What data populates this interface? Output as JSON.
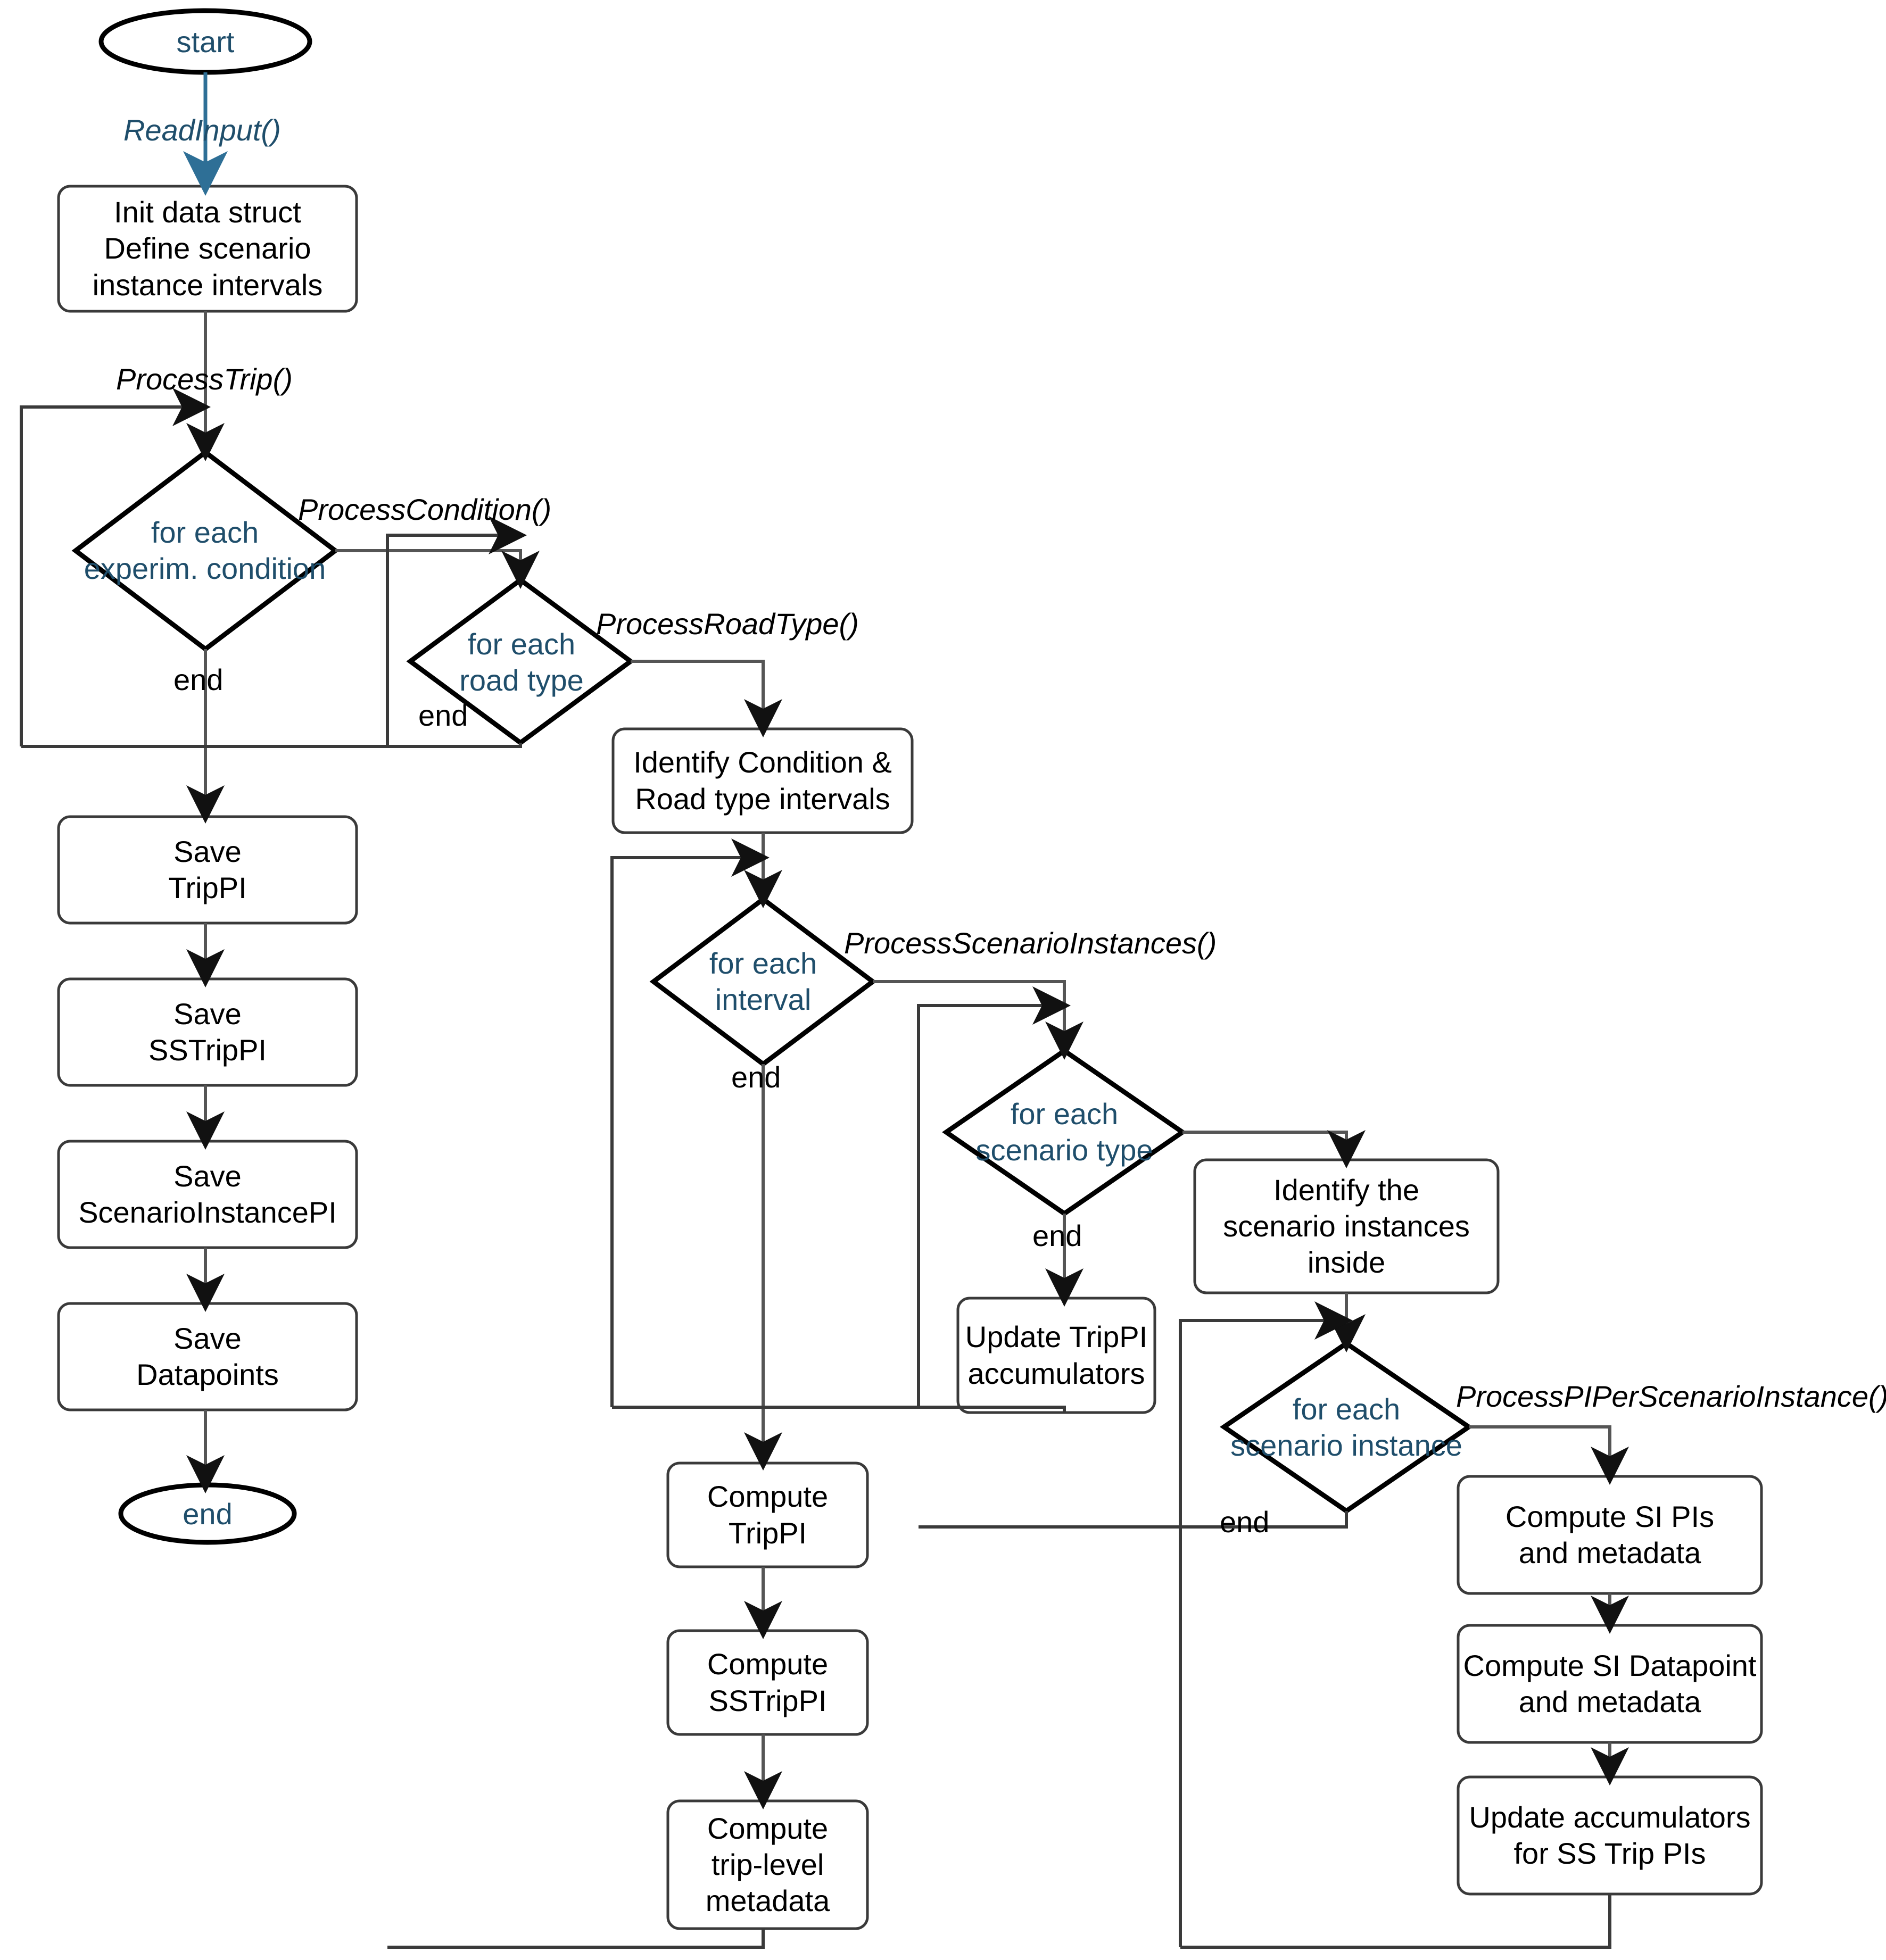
{
  "diagram": {
    "title": "Trip performance-indicator processing flowchart",
    "colors": {
      "text_blue": "#1f4e6b",
      "text_black": "#000000",
      "stroke_black": "#000000",
      "stroke_gray": "#4d4d4d",
      "arrow_blue": "#2e6f96",
      "background": "#ffffff"
    },
    "terminators": [
      {
        "id": "start",
        "label": "start"
      },
      {
        "id": "end",
        "label": "end"
      }
    ],
    "processes": [
      {
        "id": "init",
        "label": "Init data struct\nDefine scenario\ninstance intervals"
      },
      {
        "id": "save-trippi",
        "label": "Save\nTripPI"
      },
      {
        "id": "save-sstrippi",
        "label": "Save\nSSTripPI"
      },
      {
        "id": "save-sipi",
        "label": "Save\nScenarioInstancePI"
      },
      {
        "id": "save-datapoints",
        "label": "Save\nDatapoints"
      },
      {
        "id": "identify-intervals",
        "label": "Identify Condition &\nRoad type intervals"
      },
      {
        "id": "compute-trippi",
        "label": "Compute\nTripPI"
      },
      {
        "id": "compute-sstrippi",
        "label": "Compute\nSSTripPI"
      },
      {
        "id": "compute-tripmeta",
        "label": "Compute\ntrip-level\nmetadata"
      },
      {
        "id": "update-trippi-acc",
        "label": "Update TripPI\naccumulators"
      },
      {
        "id": "identify-si",
        "label": "Identify the\nscenario instances\ninside"
      },
      {
        "id": "compute-si-pis",
        "label": "Compute SI PIs\nand metadata"
      },
      {
        "id": "compute-si-dp",
        "label": "Compute SI Datapoint\nand metadata"
      },
      {
        "id": "update-ss-acc",
        "label": "Update accumulators\nfor SS Trip PIs"
      }
    ],
    "decisions": [
      {
        "id": "loop-condition",
        "label": "for each\nexperim. condition",
        "end_label": "end"
      },
      {
        "id": "loop-roadtype",
        "label": "for each\nroad type",
        "end_label": "end"
      },
      {
        "id": "loop-interval",
        "label": "for each\ninterval",
        "end_label": "end"
      },
      {
        "id": "loop-scenariotype",
        "label": "for each\nscenario type",
        "end_label": "end"
      },
      {
        "id": "loop-scenarioinstance",
        "label": "for each\nscenario instance",
        "end_label": "end"
      }
    ],
    "edge_labels": [
      {
        "id": "read-input",
        "label": "ReadInput()"
      },
      {
        "id": "process-trip",
        "label": "ProcessTrip()"
      },
      {
        "id": "process-condition",
        "label": "ProcessCondition()"
      },
      {
        "id": "process-roadtype",
        "label": "ProcessRoadType()"
      },
      {
        "id": "process-scenario-instances",
        "label": "ProcessScenarioInstances()"
      },
      {
        "id": "process-pi-per-si",
        "label": "ProcessPIPerScenarioInstance()"
      }
    ]
  }
}
